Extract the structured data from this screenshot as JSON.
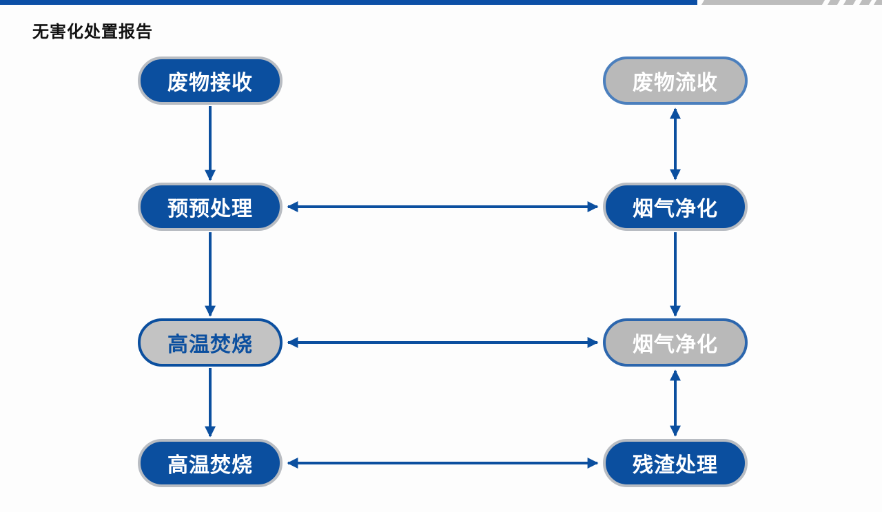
{
  "title": "无害化处置报告",
  "colors": {
    "primary": "#0b4f9f",
    "gray_node": "#c3c3c3",
    "border_gray": "#b8bcc2"
  },
  "nodes": {
    "left": [
      "废物接收",
      "预预处理",
      "高温焚烧",
      "高温焚烧"
    ],
    "right": [
      "废物流收",
      "烟气净化",
      "烟气净化",
      "残渣处理"
    ]
  }
}
